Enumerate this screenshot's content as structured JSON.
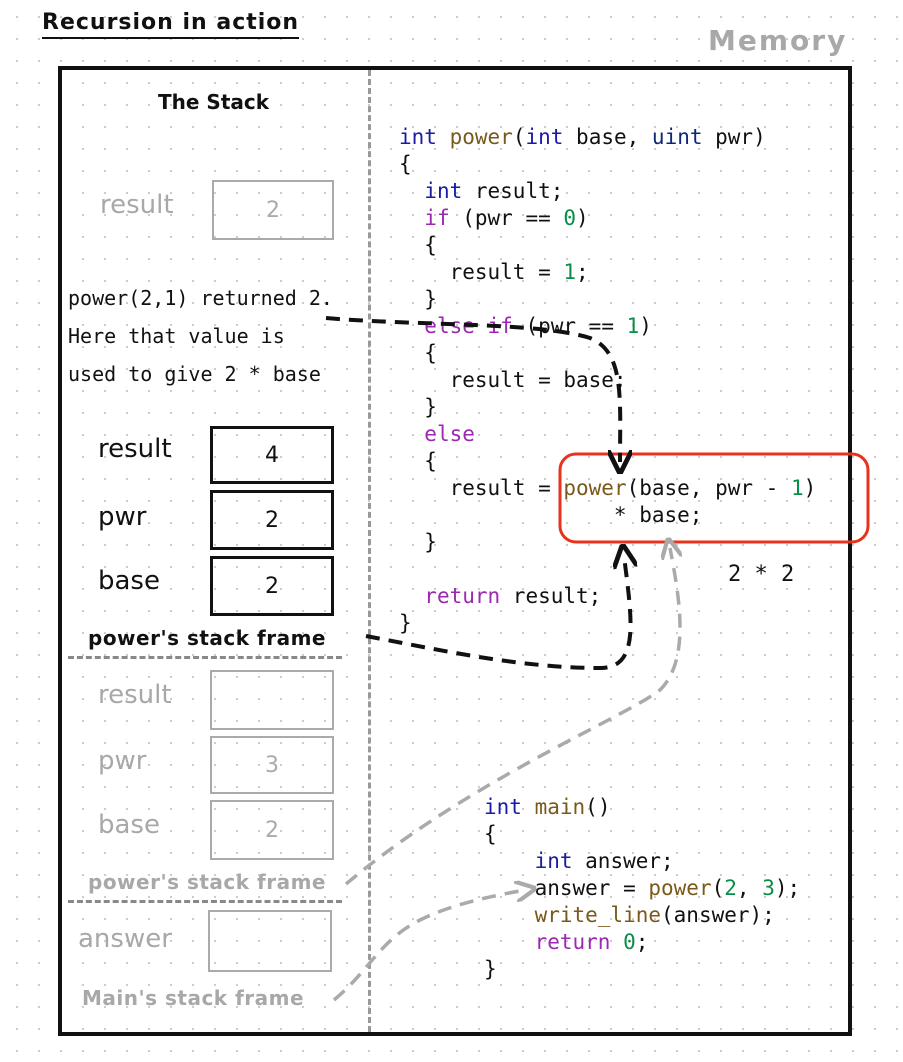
{
  "header": {
    "title": "Recursion in action",
    "memory_label": "Memory"
  },
  "stack": {
    "title": "The Stack",
    "top_frame": {
      "label": "result",
      "value": "2"
    },
    "note_lines": [
      "power(2,1) returned 2.",
      "Here that value is",
      "used to give 2 * base"
    ],
    "current_frame": {
      "vars": [
        {
          "label": "result",
          "value": "4"
        },
        {
          "label": "pwr",
          "value": "2"
        },
        {
          "label": "base",
          "value": "2"
        }
      ],
      "frame_label": "power's stack frame"
    },
    "prev_frame": {
      "vars": [
        {
          "label": "result",
          "value": ""
        },
        {
          "label": "pwr",
          "value": "3"
        },
        {
          "label": "base",
          "value": "2"
        }
      ],
      "frame_label": "power's stack frame"
    },
    "main_frame": {
      "label": "answer",
      "value": "",
      "frame_label": "Main's stack frame"
    }
  },
  "code": {
    "power_fn": [
      [
        [
          "int",
          "k"
        ],
        [
          " ",
          ""
        ],
        [
          "power",
          "f"
        ],
        [
          "(",
          ""
        ],
        [
          "int",
          "k"
        ],
        [
          " base, ",
          ""
        ],
        [
          "uint",
          "v"
        ],
        [
          " pwr)",
          ""
        ]
      ],
      [
        [
          "{",
          ""
        ]
      ],
      [
        [
          "  ",
          ""
        ],
        [
          "int",
          "k"
        ],
        [
          " result;",
          ""
        ]
      ],
      [
        [
          "  ",
          ""
        ],
        [
          "if",
          "c"
        ],
        [
          " (pwr == ",
          ""
        ],
        [
          "0",
          "n"
        ],
        [
          ")",
          ""
        ]
      ],
      [
        [
          "  {",
          ""
        ]
      ],
      [
        [
          "    result = ",
          ""
        ],
        [
          "1",
          "n"
        ],
        [
          ";",
          ""
        ]
      ],
      [
        [
          "  }",
          ""
        ]
      ],
      [
        [
          "  ",
          ""
        ],
        [
          "else",
          "c"
        ],
        [
          " ",
          ""
        ],
        [
          "if",
          "c"
        ],
        [
          " (pwr == ",
          ""
        ],
        [
          "1",
          "n"
        ],
        [
          ")",
          ""
        ]
      ],
      [
        [
          "  {",
          ""
        ]
      ],
      [
        [
          "    result = base;",
          ""
        ]
      ],
      [
        [
          "  }",
          ""
        ]
      ],
      [
        [
          "  ",
          ""
        ],
        [
          "else",
          "c"
        ]
      ],
      [
        [
          "  {",
          ""
        ]
      ],
      [
        [
          "    result = ",
          ""
        ],
        [
          "power",
          "f"
        ],
        [
          "(base, pwr - ",
          ""
        ],
        [
          "1",
          "n"
        ],
        [
          ")",
          ""
        ]
      ],
      [
        [
          "                 * base;",
          ""
        ]
      ],
      [
        [
          "  }",
          ""
        ]
      ],
      [
        [
          "",
          ""
        ]
      ],
      [
        [
          "  ",
          ""
        ],
        [
          "return",
          "c"
        ],
        [
          " result;",
          ""
        ]
      ],
      [
        [
          "}",
          ""
        ]
      ]
    ],
    "main_fn": [
      [
        [
          "int",
          "k"
        ],
        [
          " ",
          ""
        ],
        [
          "main",
          "f"
        ],
        [
          "()",
          ""
        ]
      ],
      [
        [
          "{",
          ""
        ]
      ],
      [
        [
          "    ",
          ""
        ],
        [
          "int",
          "k"
        ],
        [
          " answer;",
          ""
        ]
      ],
      [
        [
          "    answer = ",
          ""
        ],
        [
          "power",
          "f"
        ],
        [
          "(",
          ""
        ],
        [
          "2",
          "n"
        ],
        [
          ", ",
          ""
        ],
        [
          "3",
          "n"
        ],
        [
          ");",
          ""
        ]
      ],
      [
        [
          "    ",
          ""
        ],
        [
          "write_line",
          "f"
        ],
        [
          "(answer);",
          ""
        ]
      ],
      [
        [
          "    ",
          ""
        ],
        [
          "return",
          "c"
        ],
        [
          " ",
          ""
        ],
        [
          "0",
          "n"
        ],
        [
          ";",
          ""
        ]
      ],
      [
        [
          "}",
          ""
        ]
      ]
    ],
    "calc_note": "2 * 2"
  },
  "colors": {
    "highlight": "#e8321e",
    "dark": "#111111",
    "gray": "#a8a8a8",
    "keyword": "#1a1aa6",
    "control": "#9c27b0",
    "function": "#7a5a1b",
    "number": "#0a8d48"
  }
}
